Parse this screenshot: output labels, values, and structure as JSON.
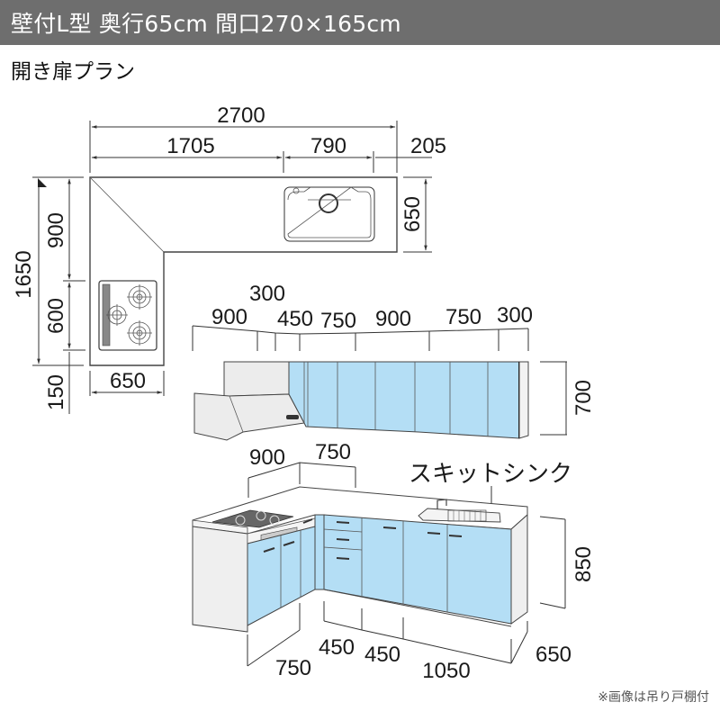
{
  "header": {
    "title": "壁付L型 奥行65cm 間口270×165cm"
  },
  "subtitle": "開き扉プラン",
  "note": "※画像は吊り戸棚付",
  "colors": {
    "header_bg": "#6e6e6e",
    "cabinet_blue": "#b4def5",
    "cabinet_side": "#ebebeb",
    "line": "#333333"
  },
  "plan_view": {
    "overall_width": "2700",
    "segment_widths": [
      "1705",
      "790",
      "205"
    ],
    "depth_right": "650",
    "overall_height": "1650",
    "left_segments": [
      "900",
      "600",
      "150"
    ],
    "depth_bottom": "650"
  },
  "wall_cabinets": {
    "widths_top": [
      "300"
    ],
    "widths": [
      "900",
      "450",
      "750",
      "900",
      "750",
      "300"
    ],
    "height": "700"
  },
  "base_cabinets": {
    "top_widths": [
      "900",
      "750"
    ],
    "sink_label": "スキットシンク",
    "height": "850",
    "left_depth": "750",
    "bottom_widths": [
      "450",
      "450",
      "1050"
    ],
    "depth": "650"
  }
}
